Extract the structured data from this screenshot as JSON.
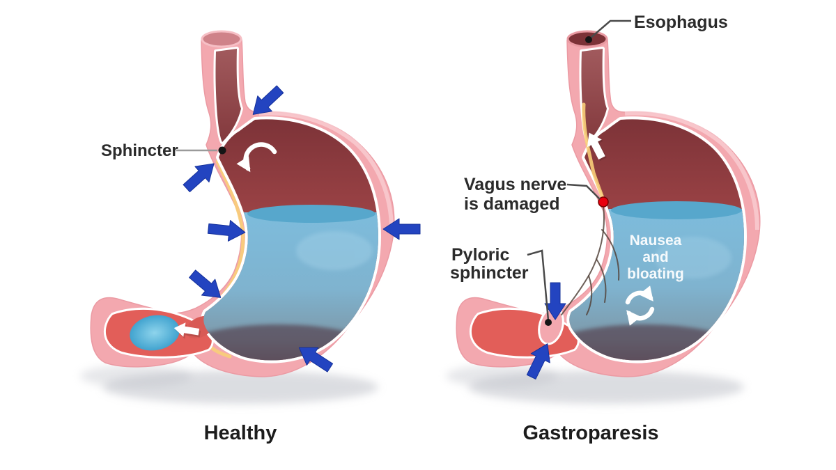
{
  "figure": {
    "type": "medical-illustration",
    "subject": "Healthy stomach vs gastroparesis comparison"
  },
  "colors": {
    "background": "#ffffff",
    "arrow_blue": "#2344c0",
    "stomach_pink": "#f3a8af",
    "wall_highlight": "#fbd3d7",
    "interior_dark_red": "#7d3338",
    "interior_red": "#d8685e",
    "liquid_blue": "#7dbcdc",
    "liquid_surface": "#57a7cc",
    "nerve_yellow": "#f8ce79",
    "damage_red": "#e8000f",
    "label_text": "#2b2b2b",
    "white_arrow": "#ffffff"
  },
  "left_panel": {
    "caption": "Healthy",
    "labels": {
      "sphincter": "Sphincter"
    }
  },
  "right_panel": {
    "caption": "Gastroparesis",
    "labels": {
      "esophagus": "Esophagus",
      "vagus_line1": "Vagus nerve",
      "vagus_line2": "is damaged",
      "pyloric_line1": "Pyloric",
      "pyloric_line2": "sphincter",
      "symptom_line1": "Nausea",
      "symptom_line2": "and",
      "symptom_line3": "bloating"
    }
  }
}
